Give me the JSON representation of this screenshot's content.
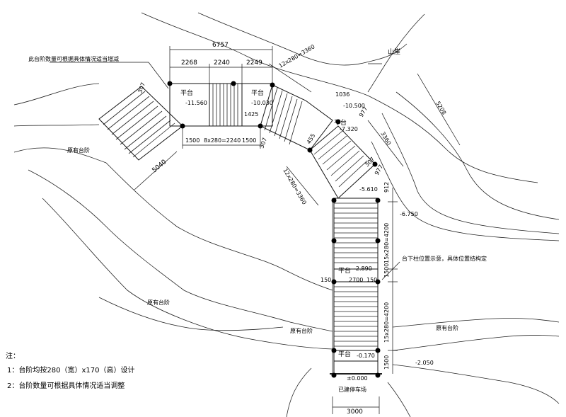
{
  "labels": {
    "platform_labels": [
      "平台",
      "平台",
      "平台",
      "平台",
      "平台"
    ],
    "platform_elevations": [
      "-11.560",
      "-10.030",
      "-7.320",
      "-2.890",
      "-0.170"
    ],
    "other_elevations": [
      "-10.500",
      "-5.610",
      "-6.750",
      "-2.050",
      "±0.000"
    ],
    "existing_steps": [
      "原有台阶",
      "原有台阶",
      "原有台阶",
      "原有台阶"
    ],
    "cliff": "山崖",
    "top_note": "此台阶数量可根据具体情况适当增减",
    "under_note": "台下柱位置示意，具体位置结构定",
    "paved_road": "已建停车场"
  },
  "dimensions": {
    "overall_top": "6757",
    "top_segments": [
      "2268",
      "2240",
      "2249"
    ],
    "bottom_segments": [
      "1500",
      "8x280=2240",
      "1500"
    ],
    "d_1425": "1425",
    "d_5040": "5040",
    "d_307a": "307",
    "d_307b": "307",
    "d_307c": "307",
    "d_12x280_a": "12x280=3360",
    "d_12x280_b": "12x280=3360",
    "d_1036": "1036",
    "d_977a": "977",
    "d_977b": "977",
    "d_3360": "3360",
    "d_5208": "5208",
    "d_455": "455",
    "d_150a": "150",
    "d_150b": "150",
    "d_912": "912",
    "d_15x280_a": "15x280=4200",
    "d_1500a": "1500",
    "d_2700": "2700",
    "d_15x280_b": "15x280=4200",
    "d_1500b": "1500",
    "d_3000": "3000"
  },
  "notes": {
    "title": "注：",
    "items": [
      "1：台阶均按280（宽）x170（高）设计",
      "2：台阶数量可根据具体情况适当调整"
    ]
  }
}
